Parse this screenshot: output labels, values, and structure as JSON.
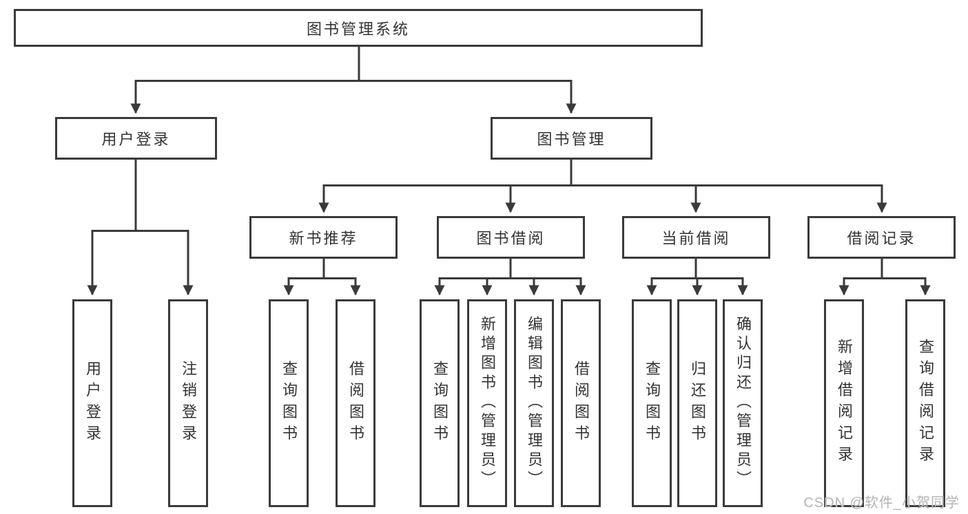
{
  "title": "图书管理系统",
  "nodes": {
    "user_login": "用户登录",
    "book_mgmt": "图书管理",
    "new_books": "新书推荐",
    "book_borrow": "图书借阅",
    "current_borrow": "当前借阅",
    "borrow_records": "借阅记录"
  },
  "leaves": {
    "user_login": [
      "用户登录",
      "注销登录"
    ],
    "new_books": [
      "查询图书",
      "借阅图书"
    ],
    "book_borrow": [
      "查询图书",
      "新增图书（管理员）",
      "编辑图书（管理员）",
      "借阅图书"
    ],
    "current_borrow": [
      "查询图书",
      "归还图书",
      "确认归还（管理员）"
    ],
    "borrow_records": [
      "新增借阅记录",
      "查询借阅记录"
    ]
  },
  "watermark": "CSDN @软件_小贺同学",
  "colors": {
    "line": "#3a3a3a",
    "text": "#333333",
    "watermark": "#b4b4b4"
  }
}
